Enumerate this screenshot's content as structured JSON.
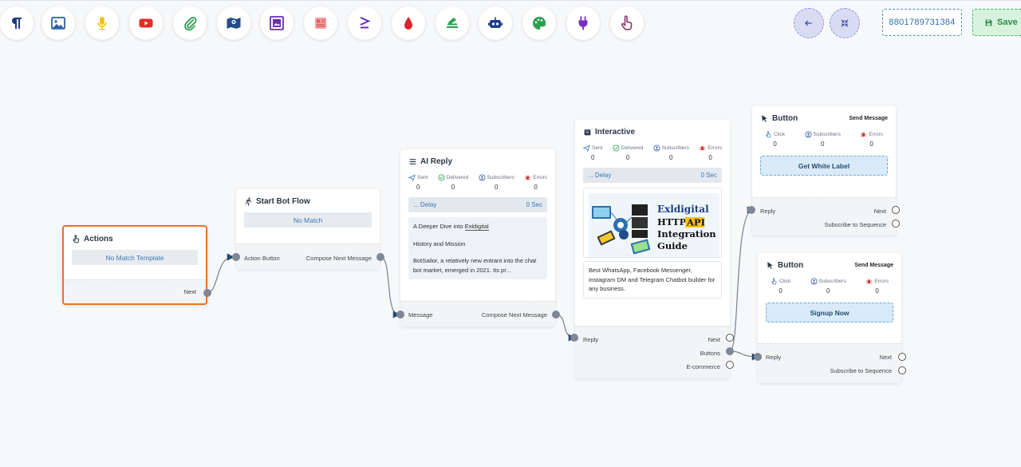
{
  "toolbar": {
    "items": [
      {
        "name": "paragraph-icon",
        "color": "#173a7a"
      },
      {
        "name": "image-icon",
        "color": "#2d5fa6"
      },
      {
        "name": "microphone-icon",
        "color": "#f0c419"
      },
      {
        "name": "youtube-icon",
        "color": "#e52d27"
      },
      {
        "name": "attachment-icon",
        "color": "#2e9e4f"
      },
      {
        "name": "map-icon",
        "color": "#1f4d8a"
      },
      {
        "name": "gallery-icon",
        "color": "#6a2fb1"
      },
      {
        "name": "newspaper-icon",
        "color": "#e05a5a"
      },
      {
        "name": "greater-equal-icon",
        "color": "#6a2fb1"
      },
      {
        "name": "drop-icon",
        "color": "#d9232e"
      },
      {
        "name": "stack-icon",
        "color": "#2e9e4f"
      },
      {
        "name": "robot-icon",
        "color": "#1f3f8a"
      },
      {
        "name": "palette-icon",
        "color": "#2e9e4f"
      },
      {
        "name": "plug-icon",
        "color": "#7a2fbf"
      },
      {
        "name": "pointer-hand-icon",
        "color": "#8a3a6e"
      }
    ],
    "phone": "8801789731384",
    "save_label": "Save"
  },
  "nodes": {
    "actions": {
      "title": "Actions",
      "pill": "No Match Template",
      "port_next": "Next",
      "border_color": "#e8722a"
    },
    "start": {
      "title": "Start Bot Flow",
      "pill": "No Match",
      "port_in": "Action Button",
      "port_out": "Compose Next Message"
    },
    "ai": {
      "title": "AI Reply",
      "stats": [
        {
          "label": "Sent",
          "value": "0",
          "icon": "send-icon"
        },
        {
          "label": "Delivered",
          "value": "0",
          "icon": "check-circle-icon"
        },
        {
          "label": "Subscribers",
          "value": "0",
          "icon": "user-circle-icon"
        },
        {
          "label": "Errors",
          "value": "0",
          "icon": "bug-icon"
        }
      ],
      "delay_label": "... Delay",
      "delay_value": "0 Sec",
      "text_intro": "A Deeper Dive into",
      "text_brand": "Exldigital",
      "text_p2": "History and Mission",
      "text_p3": "BotSailor, a relatively new entrant into the chat bot market, emerged in 2021. Its pr...",
      "port_in": "Message",
      "port_out": "Compose Next Message"
    },
    "interactive": {
      "title": "Interactive",
      "stats": [
        {
          "label": "Sent",
          "value": "0",
          "icon": "send-icon"
        },
        {
          "label": "Delivered",
          "value": "0",
          "icon": "check-circle-icon"
        },
        {
          "label": "Subscribers",
          "value": "0",
          "icon": "user-circle-icon"
        },
        {
          "label": "Errors",
          "value": "0",
          "icon": "bug-icon"
        }
      ],
      "delay_label": "... Delay",
      "delay_value": "0 Sec",
      "image": {
        "brand": "Exldigital",
        "line1": "HTTP",
        "badge": "API",
        "line2": "Integration",
        "line3": "Guide"
      },
      "card_text": "Best WhatsApp, Facebook Messenger, Instagram DM and Telegram Chatbot builder for any business.",
      "port_in": "Reply",
      "port_next": "Next",
      "port_buttons": "Buttons",
      "port_ecom": "E-commerce"
    },
    "button1": {
      "title": "Button",
      "send_label": "Send Message",
      "stats": [
        {
          "label": "Click",
          "value": "0",
          "icon": "pointer-hand-icon"
        },
        {
          "label": "Subscribers",
          "value": "0",
          "icon": "user-circle-icon"
        },
        {
          "label": "Errors",
          "value": "0",
          "icon": "bug-icon"
        }
      ],
      "button_label": "Get White Label",
      "port_in": "Reply",
      "port_next": "Next",
      "port_seq": "Subscribe to Sequence"
    },
    "button2": {
      "title": "Button",
      "send_label": "Send Message",
      "stats": [
        {
          "label": "Click",
          "value": "0",
          "icon": "pointer-hand-icon"
        },
        {
          "label": "Subscribers",
          "value": "0",
          "icon": "user-circle-icon"
        },
        {
          "label": "Errors",
          "value": "0",
          "icon": "bug-icon"
        }
      ],
      "button_label": "Signup Now",
      "port_in": "Reply",
      "port_next": "Next",
      "port_seq": "Subscribe to Sequence"
    }
  }
}
